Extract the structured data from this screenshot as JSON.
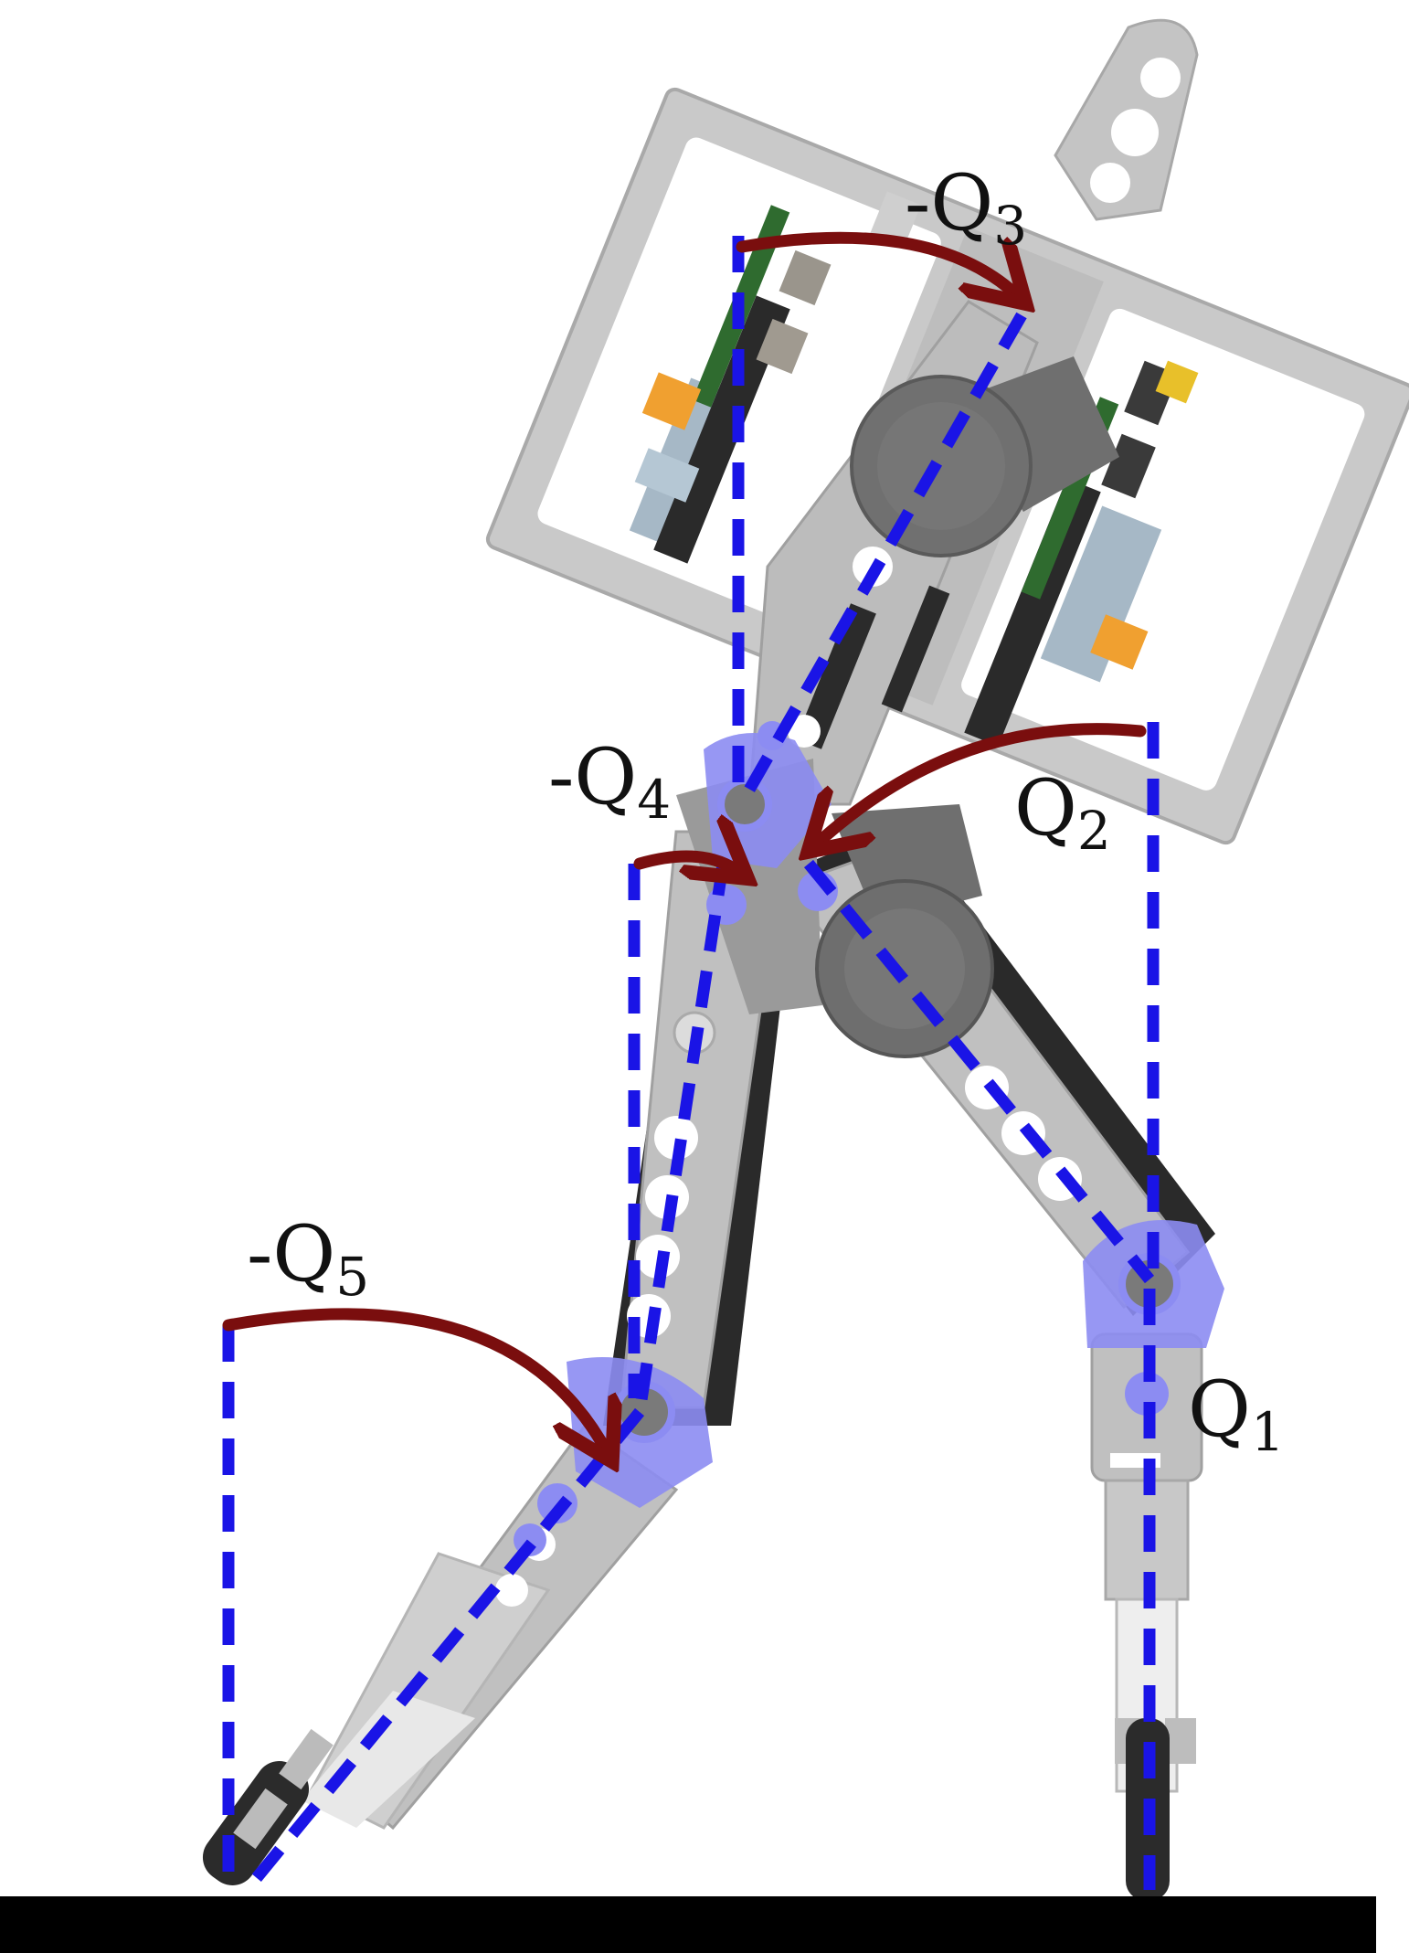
{
  "labels": {
    "q1": {
      "sign": "",
      "base": "Q",
      "sub": "1"
    },
    "q2": {
      "sign": "",
      "base": "Q",
      "sub": "2"
    },
    "q3": {
      "sign": "-",
      "base": "Q",
      "sub": "3"
    },
    "q4": {
      "sign": "-",
      "base": "Q",
      "sub": "4"
    },
    "q5": {
      "sign": "-",
      "base": "Q",
      "sub": "5"
    }
  },
  "colors": {
    "background": "#ffffff",
    "frame": "#c4c4c4",
    "frame_dark": "#9a9a9a",
    "servo": "#7a7a7a",
    "joint_highlight": "#8c8cf2",
    "guide_line": "#1a14e6",
    "angle_arrow": "#7a0e0e",
    "ground": "#000000",
    "board_green": "#2f6b2f",
    "board_orange": "#f0a030",
    "board_blue": "#9fb6c8"
  },
  "icons": {
    "ground": "ground-bar",
    "joint": "joint-disc",
    "servo": "servo-motor",
    "wheel": "wheel"
  }
}
